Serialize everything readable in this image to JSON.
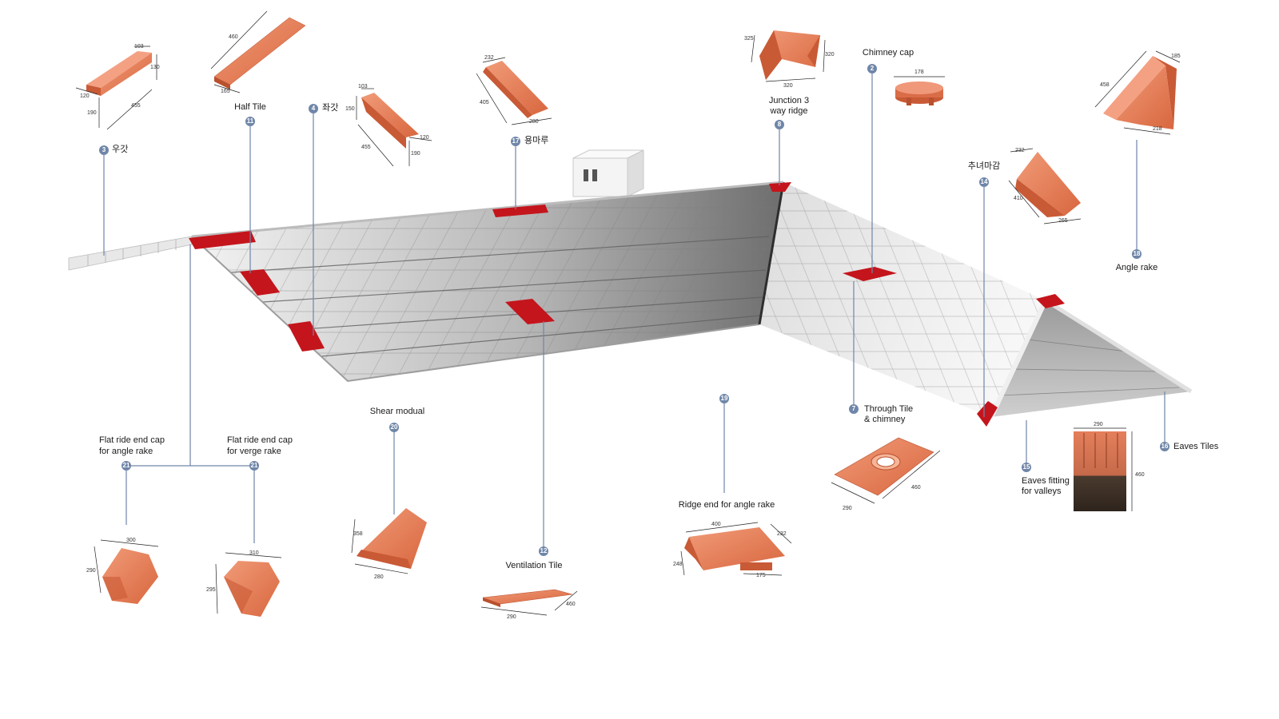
{
  "colors": {
    "tile": "#e9825d",
    "tile_dark": "#c8603d",
    "ridge_red": "#c4151c",
    "roof_light": "#efefef",
    "roof_dark": "#8a8a8a",
    "leader": "#6f86a8"
  },
  "items": [
    {
      "key": "wooghat",
      "num": "3",
      "label": "우갓",
      "dims": [
        "103",
        "130",
        "120",
        "190",
        "455"
      ]
    },
    {
      "key": "half",
      "num": "11",
      "label": "Half Tile",
      "dims": [
        "460",
        "165"
      ]
    },
    {
      "key": "jwagat",
      "num": "4",
      "label": "좌갓",
      "dims": [
        "103",
        "150",
        "455",
        "120",
        "190"
      ]
    },
    {
      "key": "yongmaru",
      "num": "17",
      "label": "용마루",
      "dims": [
        "232",
        "405",
        "280"
      ]
    },
    {
      "key": "junction",
      "num": "8",
      "label_lines": [
        "Junction 3",
        "way ridge"
      ],
      "dims": [
        "325",
        "320",
        "320"
      ]
    },
    {
      "key": "chimneycap",
      "num": "2",
      "label": "Chimney cap",
      "dims": [
        "178"
      ]
    },
    {
      "key": "angle",
      "num": "18",
      "label": "Angle rake",
      "dims": [
        "185",
        "458",
        "218"
      ]
    },
    {
      "key": "chunyeo",
      "num": "14",
      "label": "추녀마감",
      "dims": [
        "232",
        "410",
        "265"
      ]
    },
    {
      "key": "through",
      "num": "7",
      "label_lines": [
        "Through Tile",
        "& chimney"
      ],
      "dims": [
        "460",
        "290"
      ]
    },
    {
      "key": "eaves",
      "num": "16",
      "label": "Eaves Tiles",
      "dims": [
        "290",
        "460"
      ]
    },
    {
      "key": "eavesvalley",
      "num": "15",
      "label_lines": [
        "Eaves fitting",
        "for valleys"
      ]
    },
    {
      "key": "ridgeend",
      "num": "19",
      "label": "Ridge end for angle rake",
      "dims": [
        "400",
        "232",
        "248",
        "175"
      ]
    },
    {
      "key": "vent",
      "num": "12",
      "label": "Ventilation Tile",
      "dims": [
        "290",
        "460"
      ]
    },
    {
      "key": "shear",
      "num": "20",
      "label": "Shear modual",
      "dims": [
        "358",
        "280"
      ]
    },
    {
      "key": "flatangle",
      "num": "21",
      "label_lines": [
        "Flat ride end cap",
        "for angle rake"
      ],
      "dims": [
        "300",
        "290"
      ]
    },
    {
      "key": "flatverge",
      "num": "21",
      "label_lines": [
        "Flat ride end cap",
        "for verge rake"
      ],
      "dims": [
        "310",
        "295"
      ]
    }
  ]
}
